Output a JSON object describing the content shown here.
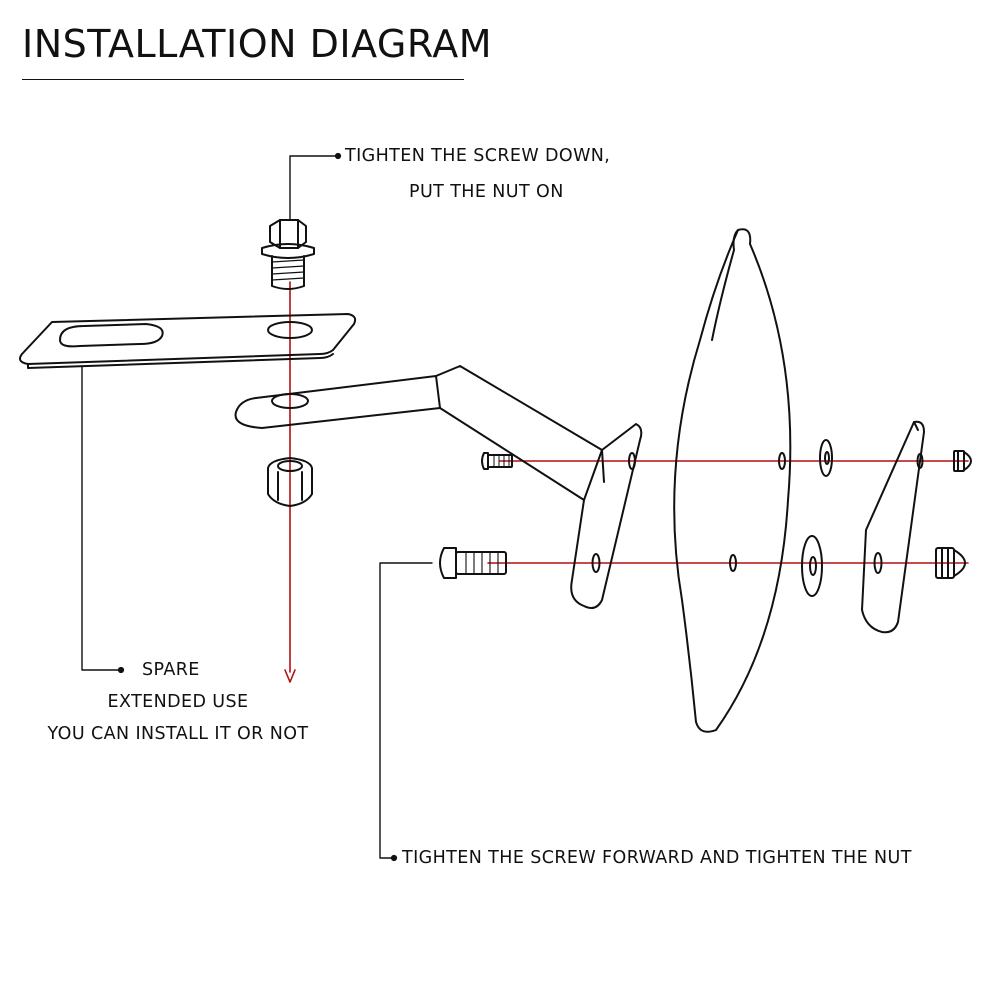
{
  "title": "INSTALLATION DIAGRAM",
  "callouts": {
    "top_line1": "TIGHTEN THE SCREW DOWN,",
    "top_line2": "PUT THE NUT ON",
    "spare_line1": "SPARE",
    "spare_line2": "EXTENDED USE",
    "spare_line3": "YOU CAN INSTALL IT OR NOT",
    "bottom": "TIGHTEN THE SCREW FORWARD AND TIGHTEN THE NUT"
  },
  "colors": {
    "line": "#111111",
    "axis": "#b01010",
    "background": "#ffffff"
  }
}
